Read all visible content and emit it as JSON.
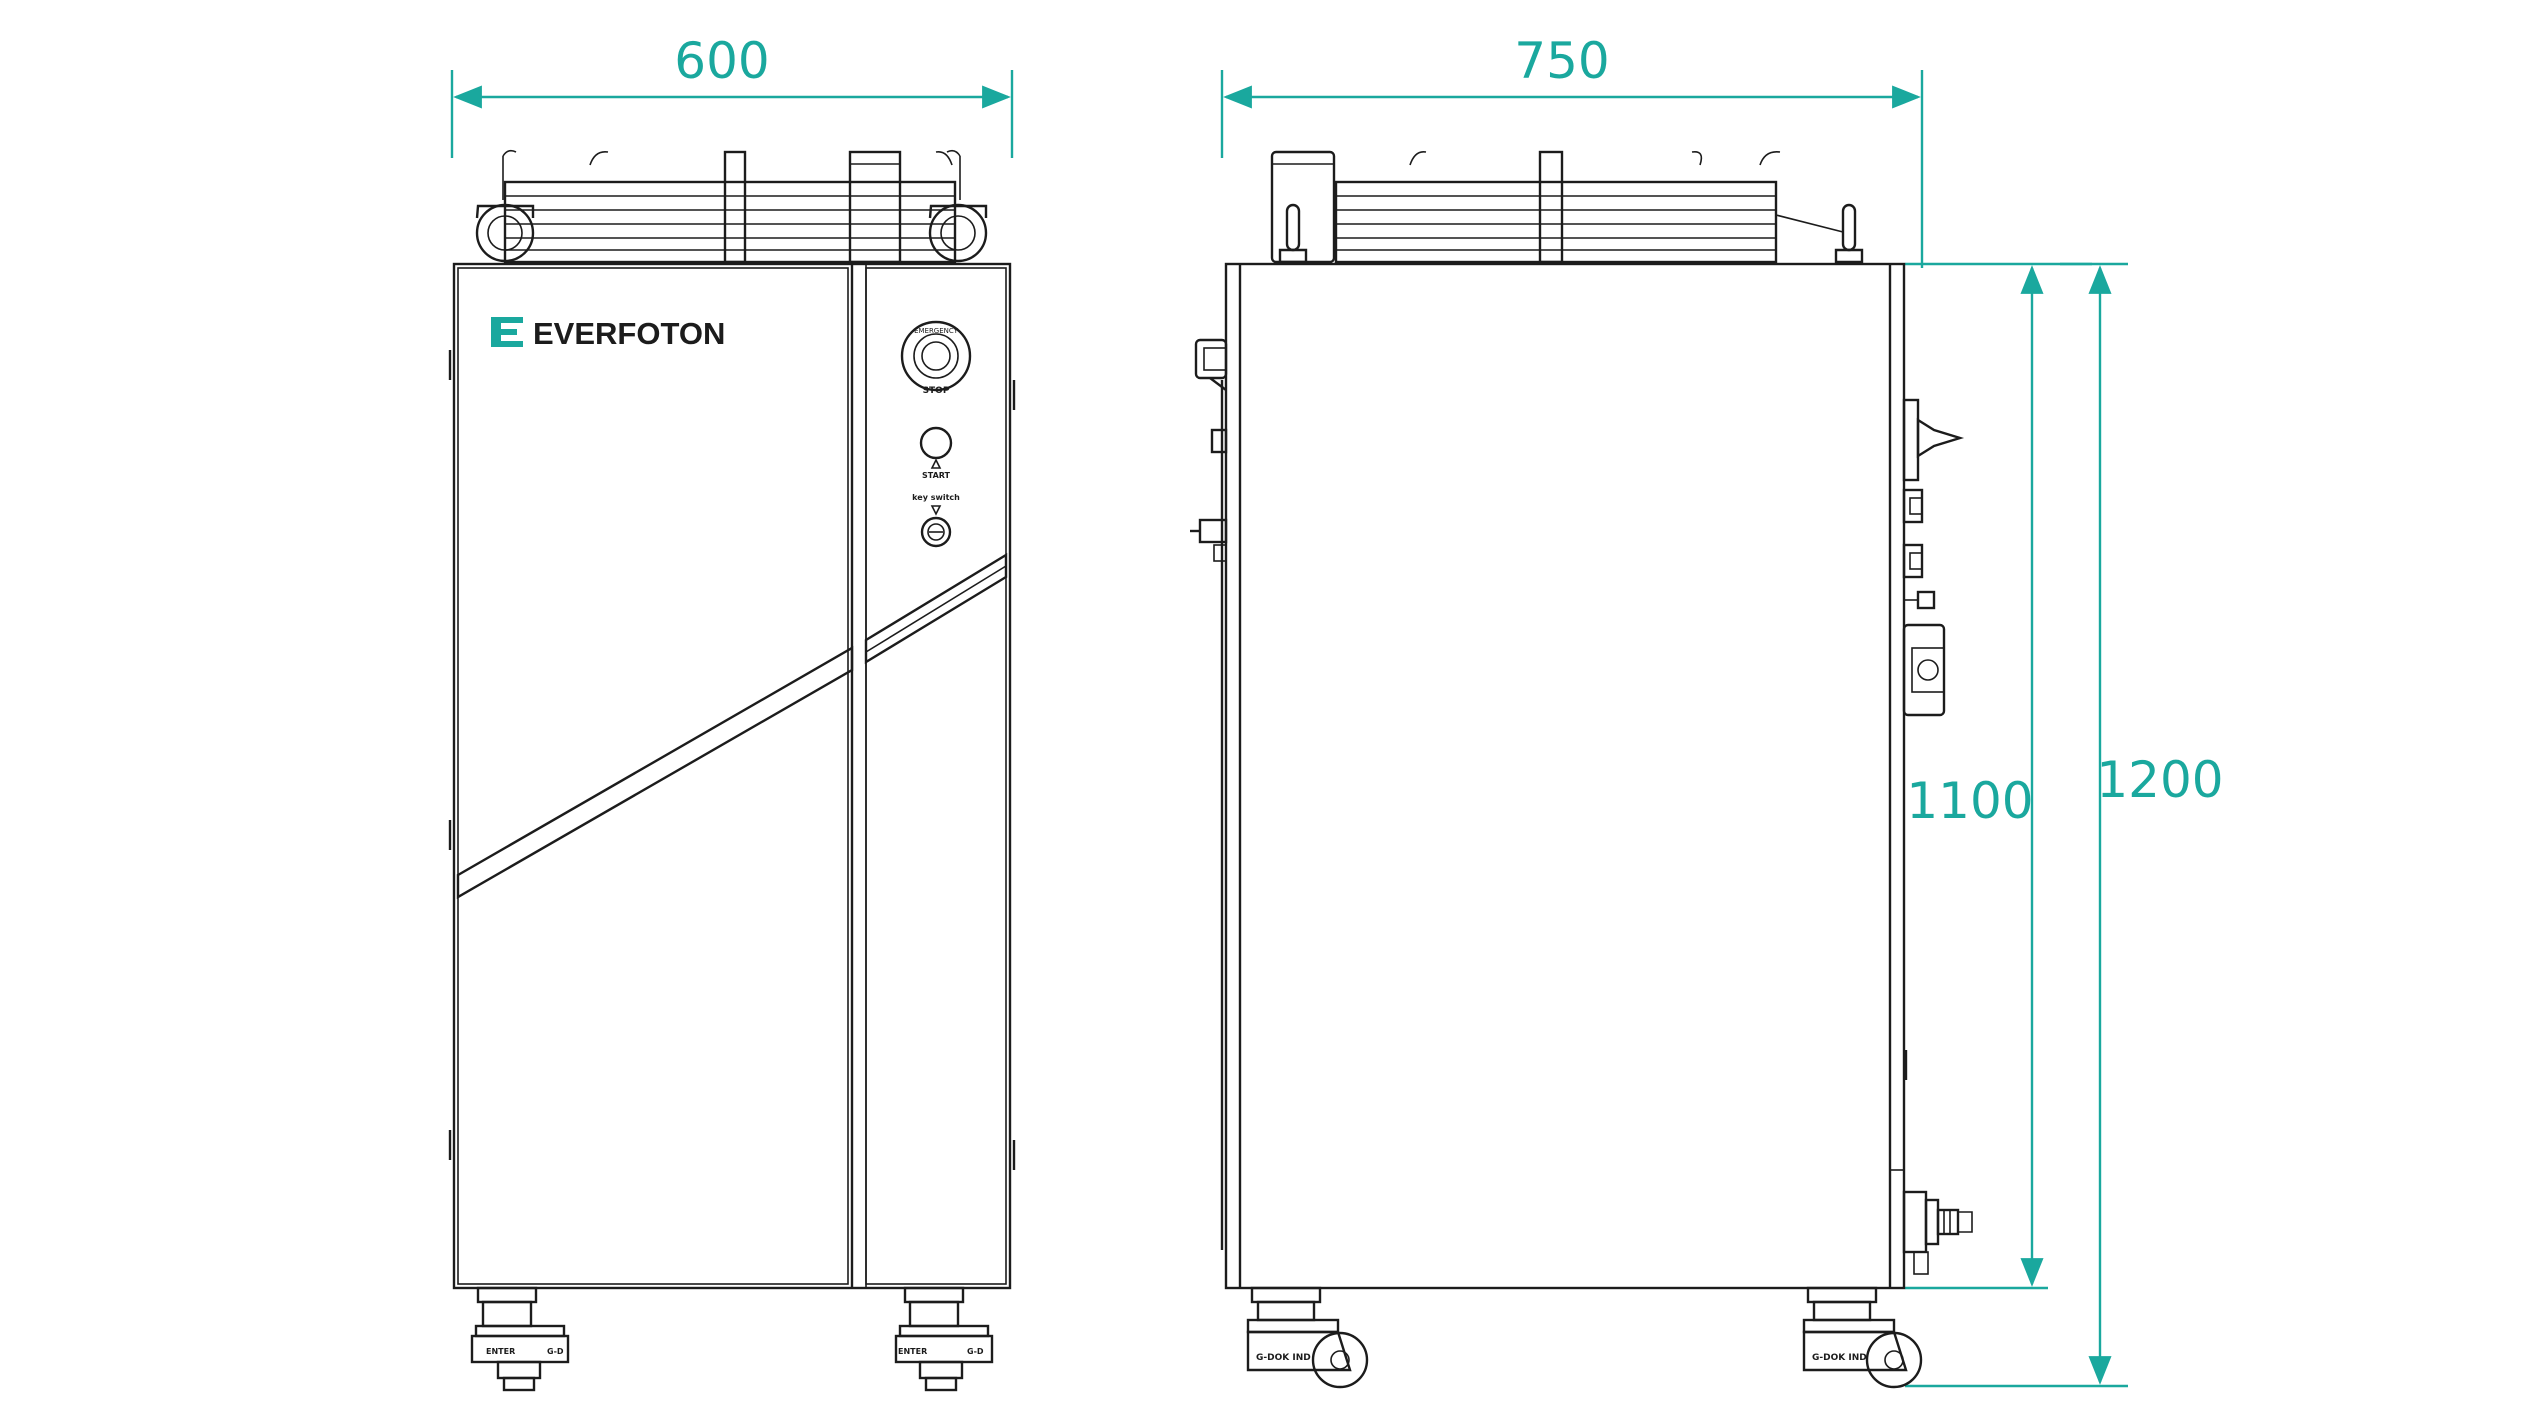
{
  "colors": {
    "dimension": "#1aa89e",
    "outline": "#1c1c1c",
    "logo_accent": "#1aa89e",
    "background": "#ffffff"
  },
  "dimensions": {
    "front_width": "600",
    "side_depth": "750",
    "body_height": "1100",
    "total_height": "1200"
  },
  "front_view": {
    "brand": "EVERFOTON",
    "emergency_label": "EMERGENCY",
    "stop_label": "STOP",
    "start_label": "START",
    "key_switch_label": "key switch"
  },
  "caster_labels": {
    "front_left": "ENTER",
    "front_left_side": "G-D",
    "front_right": "ENTER",
    "front_right_side": "G-D",
    "side_rear": "G-DOK IND",
    "side_front": "G-DOK IND"
  }
}
